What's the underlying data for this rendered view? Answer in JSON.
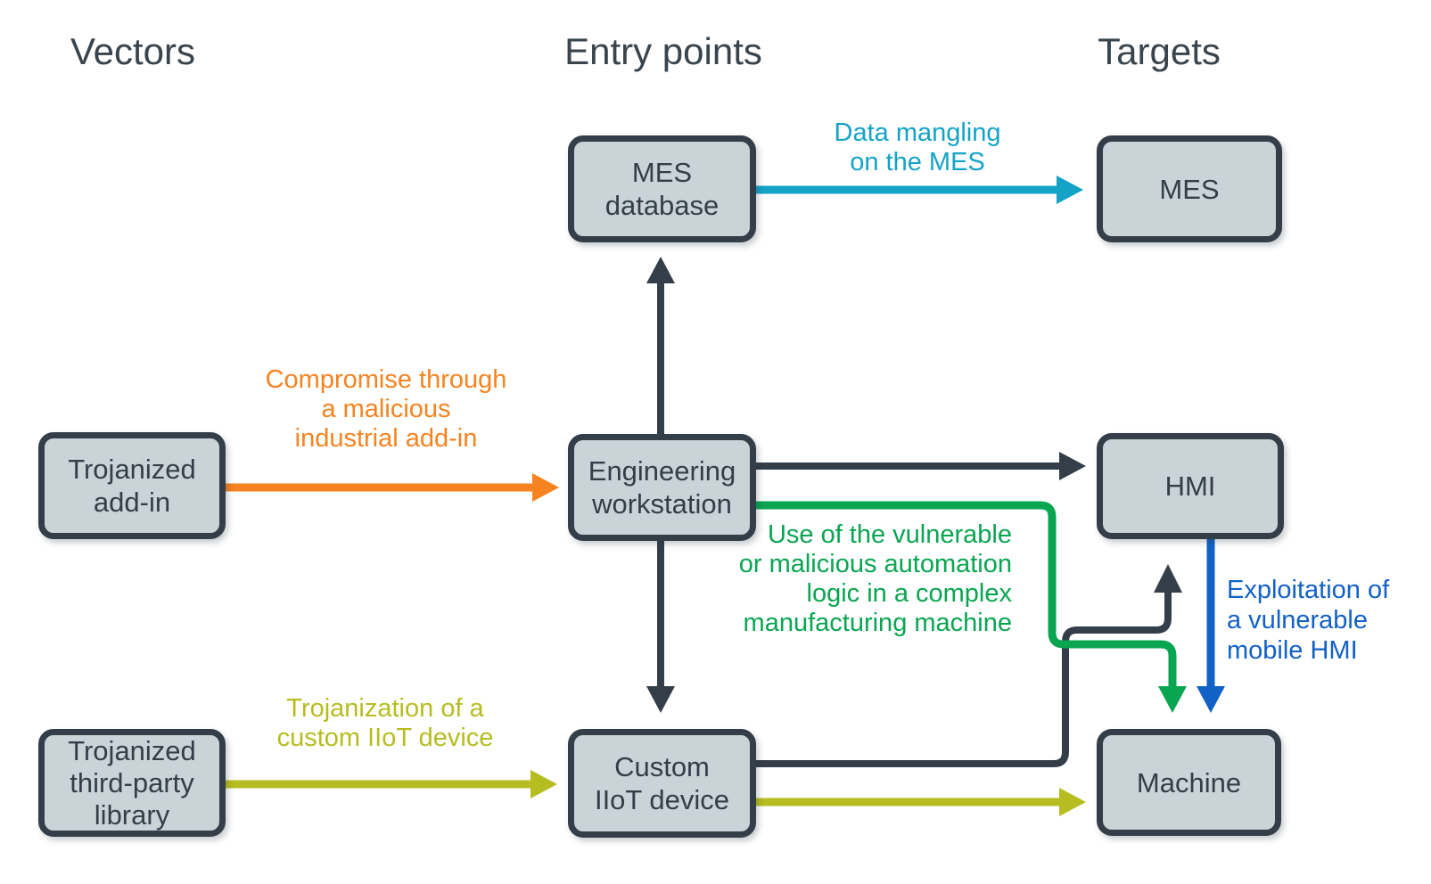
{
  "columns": [
    {
      "id": "vectors",
      "label": "Vectors"
    },
    {
      "id": "entry-points",
      "label": "Entry points"
    },
    {
      "id": "targets",
      "label": "Targets"
    }
  ],
  "nodes": {
    "trojanized_addin": {
      "label": "Trojanized\nadd-in"
    },
    "trojanized_library": {
      "label": "Trojanized\nthird-party\nlibrary"
    },
    "mes_database": {
      "label": "MES\ndatabase"
    },
    "engineering_workstation": {
      "label": "Engineering\nworkstation"
    },
    "custom_iiot": {
      "label": "Custom\nIIoT device"
    },
    "mes": {
      "label": "MES"
    },
    "hmi": {
      "label": "HMI"
    },
    "machine": {
      "label": "Machine"
    }
  },
  "edges": {
    "mesdb_to_mes": {
      "label": "Data mangling\non the MES",
      "color": "#14A3C7"
    },
    "addin_to_eng": {
      "label": "Compromise through\na malicious\nindustrial add-in",
      "color": "#F5831F"
    },
    "library_to_iiot": {
      "label": "Trojanization of a\ncustom IIoT device",
      "color": "#B6BD20"
    },
    "eng_to_machine": {
      "label": "Use of the vulnerable\nor malicious automation\nlogic in a complex\nmanufacturing machine",
      "color": "#09A551"
    },
    "hmi_to_machine": {
      "label": "Exploitation of\na vulnerable\nmobile HMI",
      "color": "#1261C7"
    },
    "iiot_to_machine": {
      "color": "#B6BD20"
    },
    "eng_to_mesdb": {
      "color": "#333E48"
    },
    "eng_to_iiot": {
      "color": "#333E48"
    },
    "eng_to_hmi": {
      "color": "#333E48"
    },
    "iiot_to_hmi": {
      "color": "#333E48"
    }
  },
  "colors": {
    "dark": "#333E48",
    "box_fill": "#C9D3D8"
  }
}
